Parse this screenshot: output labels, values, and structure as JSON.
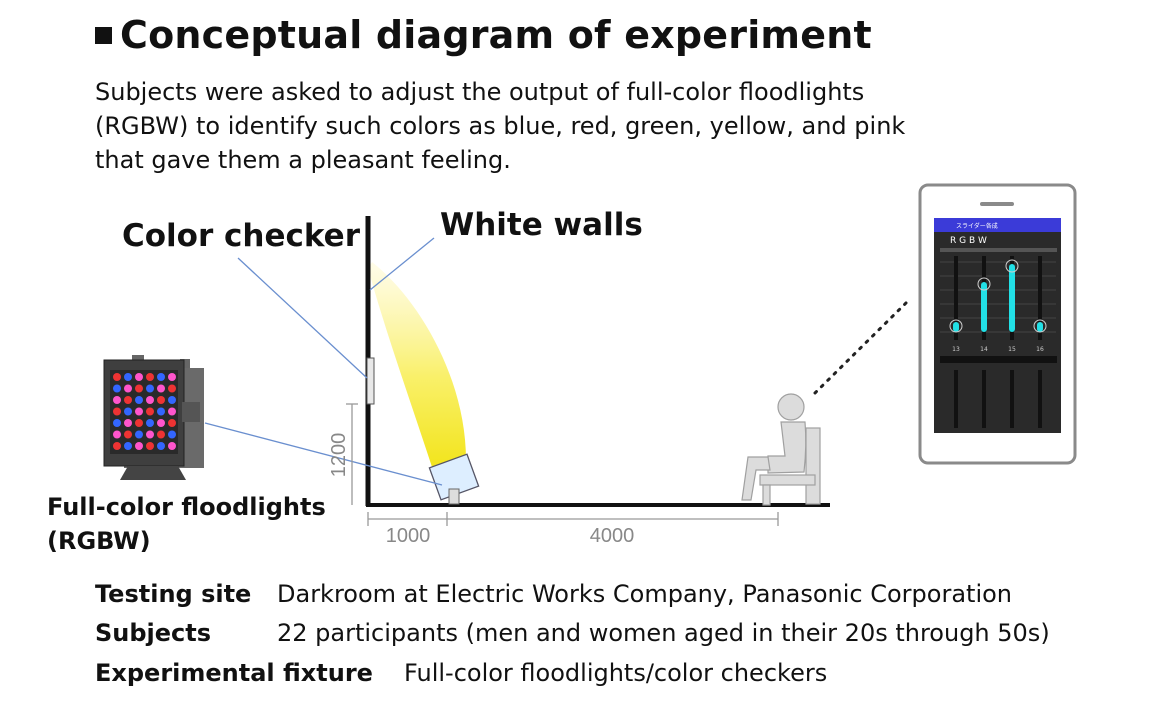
{
  "heading": "Conceptual diagram of experiment",
  "intro": "Subjects were asked to adjust the output of full-color floodlights (RGBW) to identify such colors as blue, red, green, yellow, and pink that gave them a pleasant feeling.",
  "labels": {
    "color_checker": "Color checker",
    "white_walls": "White walls",
    "floodlight_line1": "Full-color floodlights",
    "floodlight_line2": "(RGBW)"
  },
  "dimensions": {
    "height": "1200",
    "distance_wall": "1000",
    "distance_subject": "4000"
  },
  "phone": {
    "title": "スライダー各成",
    "mode": "R G B W",
    "channels": [
      "13",
      "14",
      "15",
      "16"
    ]
  },
  "info": [
    {
      "key": "Testing site",
      "value": "Darkroom at Electric Works Company, Panasonic Corporation"
    },
    {
      "key": "Subjects",
      "value": "22 participants (men and women aged in their 20s through 50s)"
    },
    {
      "key": "Experimental fixture",
      "value": "Full-color floodlights/color checkers"
    }
  ],
  "colors": {
    "beam": "#f7ee3a",
    "slider": "#22e0e6",
    "phone_header": "#3b3bd8",
    "leader": "#6a8fcf"
  }
}
